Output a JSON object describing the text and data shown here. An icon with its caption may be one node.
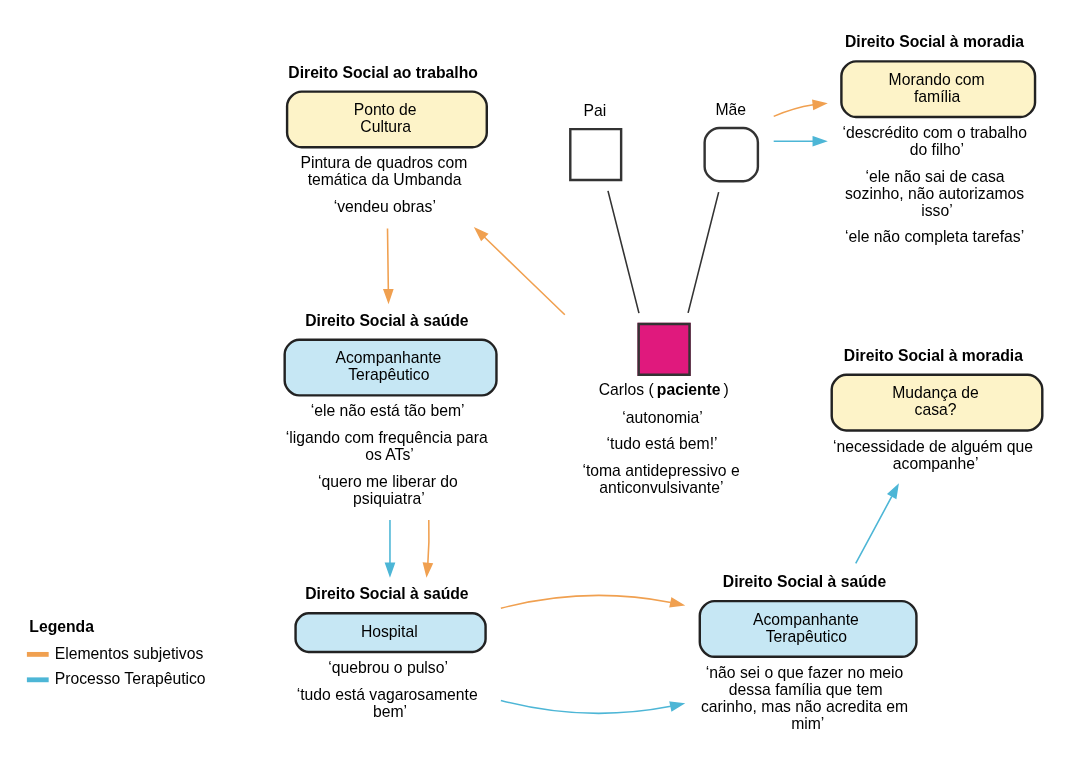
{
  "diagram": {
    "nodes": [
      {
        "text": [
          "Pai"
        ]
      },
      {
        "text": [
          "Mãe"
        ]
      },
      {
        "text": [
          "Carlos (**paciente**)"
        ],
        "beside": [
          "‘autonomia’",
          "‘tudo está bem!’",
          "‘toma antidepressivo e anticonvulsivante’"
        ]
      },
      {
        "text": [
          "Direito Social à moradia",
          "Morando com família"
        ],
        "beside": [
          "‘descrédito com o trabalho do filho’",
          "‘ele não sai de casa sozinho, não autorizamos isso’",
          "‘ele não completa tarefas’"
        ]
      },
      {
        "text": [
          "Direito Social à moradia",
          "Mudança de casa?"
        ],
        "beside": [
          "‘necessidade de alguém que acompanhe’"
        ]
      },
      {
        "text": [
          "Direito Social à saúde",
          "Acompanhante Terapêutico"
        ],
        "beside": [
          "‘não sei o que fazer no meio dessa família que tem carinho, mas não acredita em mim’"
        ]
      },
      {
        "text": [
          "Direito Social à saúde",
          "Hospital"
        ],
        "beside": [
          "‘quebrou o pulso’",
          "‘tudo está vagarosamente bem’"
        ]
      },
      {
        "text": [
          "Direito Social à saúde",
          "Acompanhante Terapêutico"
        ],
        "beside": [
          "‘ele não está tão bem’",
          "‘ligando com frequência para os ATs’",
          "‘quero me liberar do psiquiatra’"
        ]
      },
      {
        "text": [
          "Direito Social ao trabalho",
          "Ponto de Cultura"
        ],
        "beside": [
          "Pintura de quadros com temática da Umbanda",
          "‘vendeu obras’"
        ]
      }
    ],
    "edges": [
      {
        "from": 0,
        "to": 2,
        "arrow": "none",
        "color": "#333333"
      },
      {
        "from": 1,
        "to": 2,
        "arrow": "none",
        "color": "#333333"
      },
      {
        "from": 1,
        "to": 3,
        "arrow": "to",
        "color": "#4db6d6"
      },
      {
        "from": 1,
        "to": 3,
        "arrow": "to",
        "color": "#f0a050"
      },
      {
        "from": 2,
        "to": 8,
        "arrow": "to",
        "color": "#f0a050"
      },
      {
        "from": 8,
        "to": 7,
        "arrow": "to",
        "color": "#f0a050"
      },
      {
        "from": 7,
        "to": 6,
        "arrow": "to",
        "color": "#4db6d6"
      },
      {
        "from": 7,
        "to": 6,
        "arrow": "to",
        "color": "#f0a050"
      },
      {
        "from": 6,
        "to": 5,
        "arrow": "to",
        "color": "#4db6d6"
      },
      {
        "from": 6,
        "to": 5,
        "arrow": "to",
        "color": "#f0a050"
      },
      {
        "from": 5,
        "to": 4,
        "arrow": "to",
        "color": "#4db6d6"
      }
    ],
    "labels": [
      "Legenda"
    ],
    "legend": [
      {
        "text": "Elementos subjetivos",
        "color": "#f0a050"
      },
      {
        "text": "Processo Terapêutico",
        "color": "#4db6d6"
      }
    ]
  }
}
